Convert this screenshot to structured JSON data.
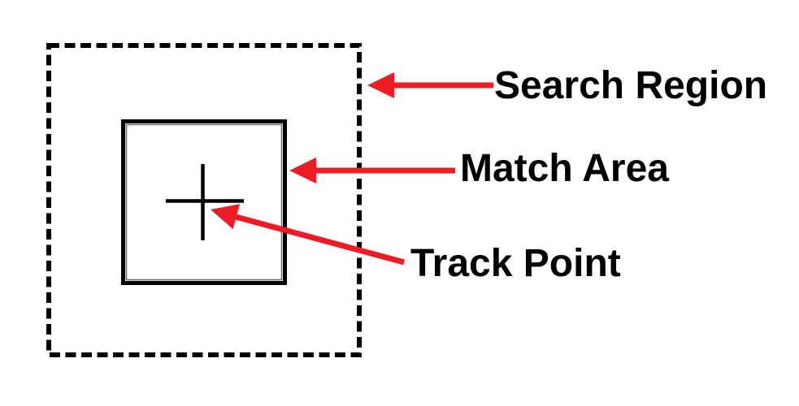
{
  "diagram": {
    "description": "Correlation tracking diagram showing search region, match area and track point",
    "labels": {
      "search_region": "Search Region",
      "match_area": "Match Area",
      "track_point": "Track Point"
    },
    "colors": {
      "background": "#ffffff",
      "stroke": "#000000",
      "text": "#000000",
      "arrow": "#ED1C24"
    }
  }
}
